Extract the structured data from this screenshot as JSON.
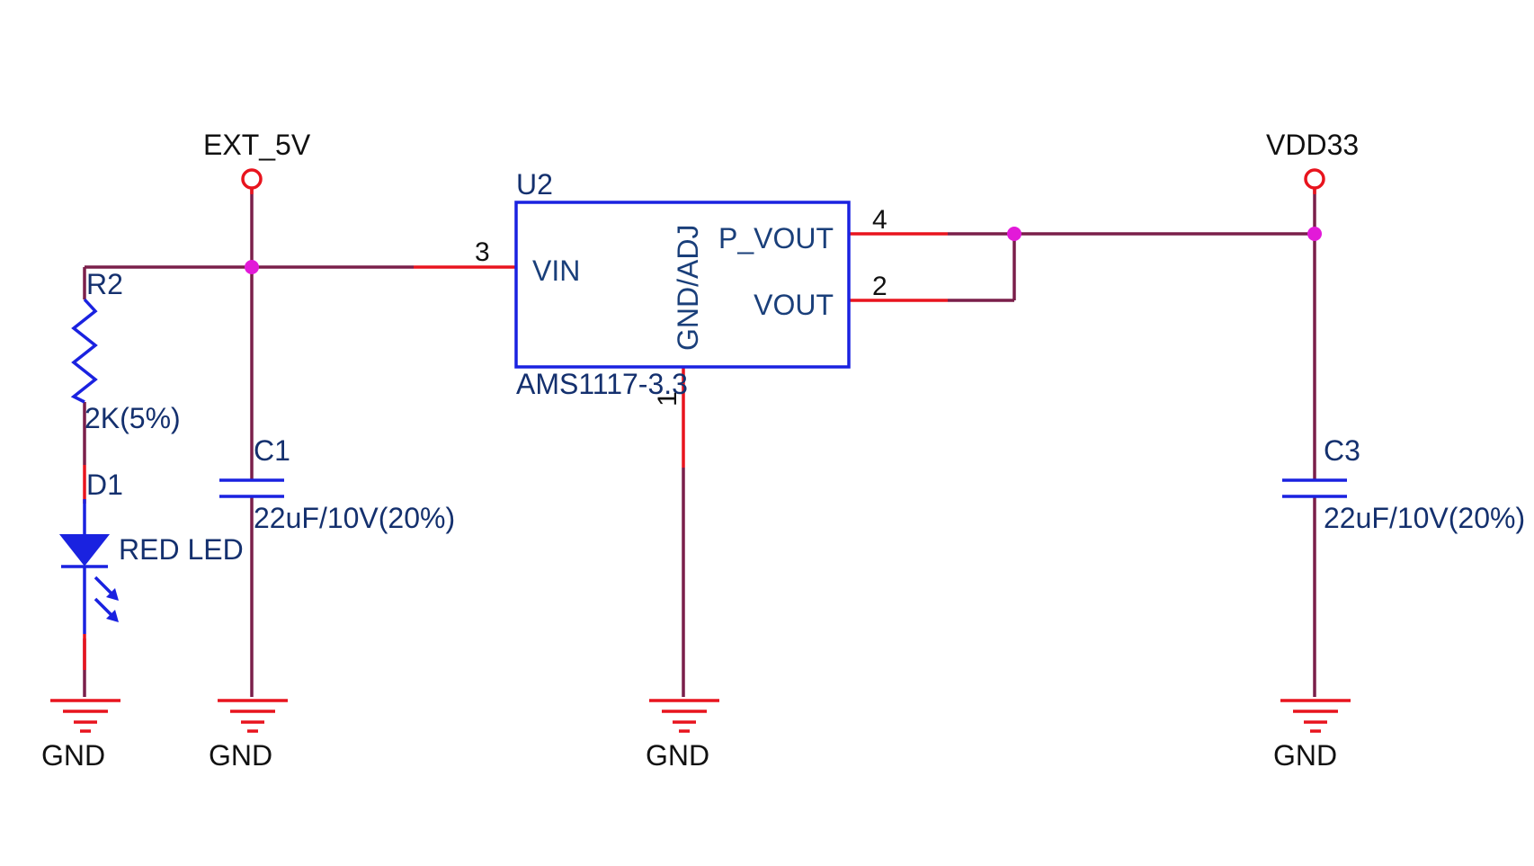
{
  "nets": {
    "ext_5v": "EXT_5V",
    "vdd33": "VDD33",
    "gnd": "GND"
  },
  "components": {
    "r2": {
      "ref": "R2",
      "value": "2K(5%)"
    },
    "d1": {
      "ref": "D1",
      "value": "RED LED"
    },
    "c1": {
      "ref": "C1",
      "value": "22uF/10V(20%)"
    },
    "c3": {
      "ref": "C3",
      "value": "22uF/10V(20%)"
    },
    "u2": {
      "ref": "U2",
      "value": "AMS1117-3.3",
      "pins": {
        "vin": {
          "name": "VIN",
          "number": "3"
        },
        "p_vout": {
          "name": "P_VOUT",
          "number": "4"
        },
        "vout": {
          "name": "VOUT",
          "number": "2"
        },
        "gnd_adj": {
          "name": "GND/ADJ",
          "number": "1"
        }
      }
    }
  },
  "colors": {
    "wire": "#7a1f4a",
    "pin": "#e8141e",
    "component": "#1a22e0",
    "junction": "#e21ad8"
  }
}
